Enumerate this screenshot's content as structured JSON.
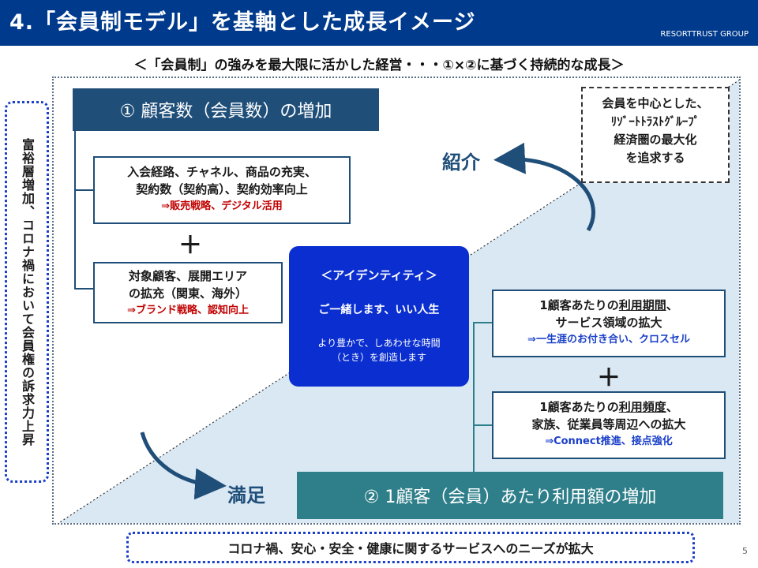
{
  "header": {
    "title": "4.「会員制モデル」を基軸とした成長イメージ",
    "company": "RESORTTRUST GROUP"
  },
  "subtitle": "＜「会員制」の強みを最大限に活かした経営・・・①×②に基づく持続的な成長＞",
  "left_label": "富裕層増加、コロナ禍において会員権の訴求力上昇",
  "section1": {
    "title": "① 顧客数（会員数）の増加",
    "card1": {
      "line1": "入会経路、チャネル、商品の充実、",
      "line2": "契約数（契約高）、契約効率向上",
      "strategy": "⇒販売戦略、デジタル活用"
    },
    "plus": "＋",
    "card2": {
      "line1": "対象顧客、展開エリア",
      "line2": "の拡充（関東、海外）",
      "strategy": "⇒ブランド戦略、認知向上"
    }
  },
  "identity": {
    "title": "＜アイデンティティ＞",
    "slogan": "ご一緒します、いい人生",
    "desc1": "より豊かで、しあわせな時間",
    "desc2": "（とき）を創造します"
  },
  "goal": {
    "line1": "会員を中心とした、",
    "line2": "ﾘｿﾞｰﾄﾄﾗｽﾄｸﾞﾙｰﾌﾟ",
    "line3": "経済圏の最大化",
    "line4": "を追求する"
  },
  "intro_label": "紹介",
  "satisfaction_label": "満足",
  "section2": {
    "title": "② 1顧客（会員）あたり利用額の増加",
    "card3": {
      "prefix": "1顧客あたりの",
      "emph": "利用期間",
      "suffix": "、",
      "line2": "サービス領域の拡大",
      "strategy": "⇒一生涯のお付き合い、クロスセル"
    },
    "plus": "＋",
    "card4": {
      "prefix": "1顧客あたりの",
      "emph": "利用頻度",
      "suffix": "、",
      "line2": "家族、従業員等周辺への拡大",
      "strategy": "⇒Connect推進、接点強化"
    }
  },
  "bottom_note": "コロナ禍、安心・安全・健康に関するサービスへのニーズが拡大",
  "page_number": "5",
  "colors": {
    "header_bg": "#003a8c",
    "section1_bg": "#1f4e79",
    "section2_bg": "#2e7f8a",
    "identity_bg": "#0a2ecf",
    "strategy_red": "#c00000",
    "strategy_blue": "#1a3fc8",
    "stage_lower": "#d9e8f3"
  }
}
